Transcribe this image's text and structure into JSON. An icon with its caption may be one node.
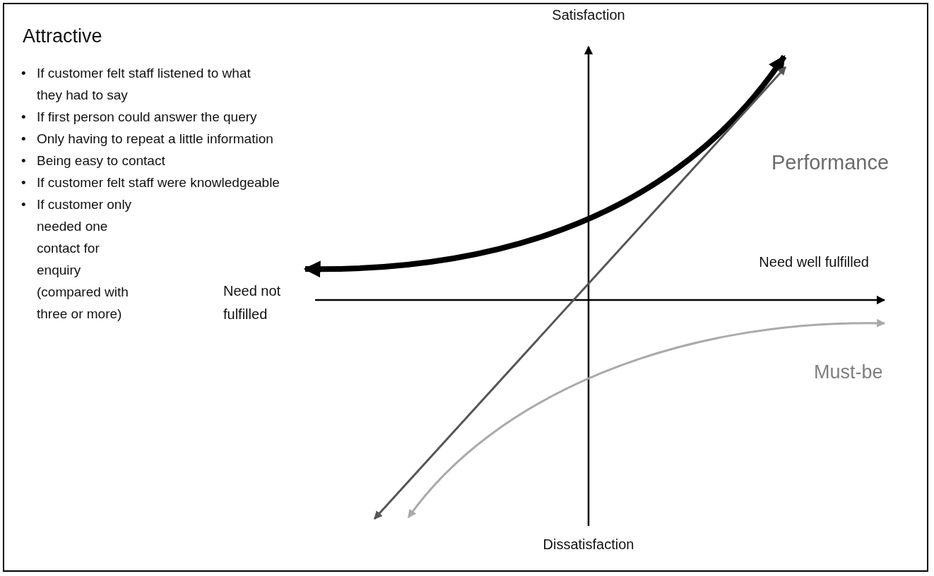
{
  "diagram": {
    "labels": [
      "Satisfaction",
      "Attractive",
      "•",
      "If customer felt staff listened to what they had to say",
      "•",
      "If first person could answer the query",
      "•",
      "Only having to repeat a little information",
      "•",
      "Being easy to contact",
      "•",
      "If customer felt staff were knowledgeable",
      "•",
      "If customer only needed one contact for enquiry (compared with three or more)",
      "Performance",
      "Need well fulfilled",
      "Need not fulfilled",
      "Must-be",
      "Dissatisfaction"
    ]
  }
}
